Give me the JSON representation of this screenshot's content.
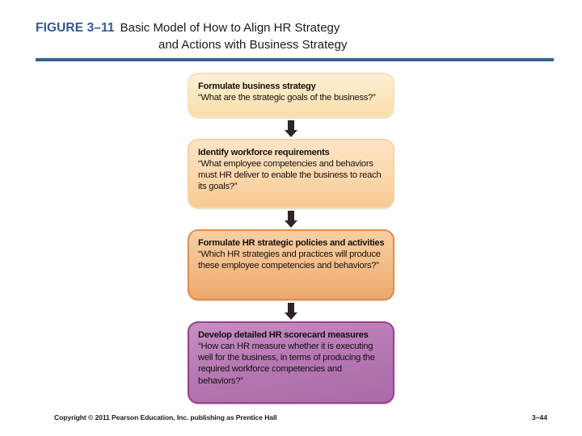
{
  "header": {
    "figure_label": "FIGURE 3–11",
    "title_line1": "Basic Model of How to Align HR Strategy",
    "title_line2": "and Actions with Business Strategy",
    "rule_color": "#33618f",
    "label_color": "#33598f"
  },
  "diagram": {
    "type": "vertical-flowchart",
    "arrow_color": "#2c2724",
    "boxes": [
      {
        "id": "formulate-business-strategy",
        "heading": "Formulate business strategy",
        "body": "“What are the strategic goals of the business?”",
        "fill_color": "#fbe6bd",
        "border_color": "#f7e2bb"
      },
      {
        "id": "identify-workforce-requirements",
        "heading": "Identify workforce requirements",
        "body": "“What employee competencies and behaviors must HR deliver to enable the business to reach its goals?”",
        "fill_color": "#fbd7ac",
        "border_color": "#f8d2a4"
      },
      {
        "id": "formulate-hr-strategic-policies",
        "heading": "Formulate HR strategic policies and activities",
        "body": "“Which HR strategies and practices will produce these employee competencies and behaviors?”",
        "fill_color": "#f2bb85",
        "border_color": "#e08e4c"
      },
      {
        "id": "develop-hr-scorecard-measures",
        "heading": "Develop detailed HR scorecard measures",
        "body": "“How can HR measure whether it is executing well for the business, in terms of producing the required workforce competencies and behaviors?”",
        "fill_color": "#b779b3",
        "border_color": "#9b3f93"
      }
    ]
  },
  "footer": {
    "copyright": "Copyright © 2011 Pearson Education, Inc. publishing as Prentice Hall",
    "page_number": "3–44"
  }
}
